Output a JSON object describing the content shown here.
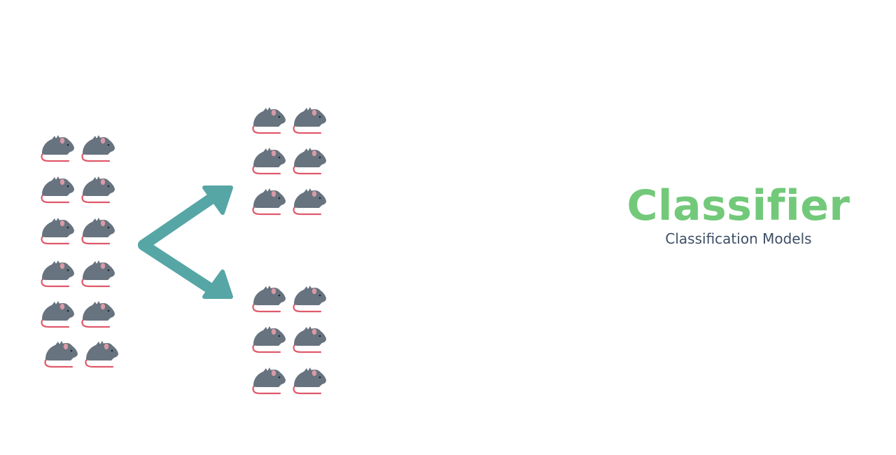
{
  "diagram": {
    "title": "Classifier",
    "subtitle": "Classification Models",
    "colors": {
      "title": "#72c97a",
      "subtitle": "#3d4f66",
      "arrow": "#56a6a6",
      "mouse_body": "#67737f",
      "mouse_ear": "#d99aa6",
      "mouse_tail": "#e0596b",
      "mouse_eye": "#1f2730"
    },
    "input_group": {
      "icon": "mouse-icon",
      "count": 12
    },
    "output_groups": [
      {
        "icon": "mouse-icon",
        "count": 6
      },
      {
        "icon": "mouse-icon",
        "count": 6
      }
    ],
    "arrows": [
      {
        "icon": "arrow-up-right-icon"
      },
      {
        "icon": "arrow-down-right-icon"
      }
    ]
  }
}
